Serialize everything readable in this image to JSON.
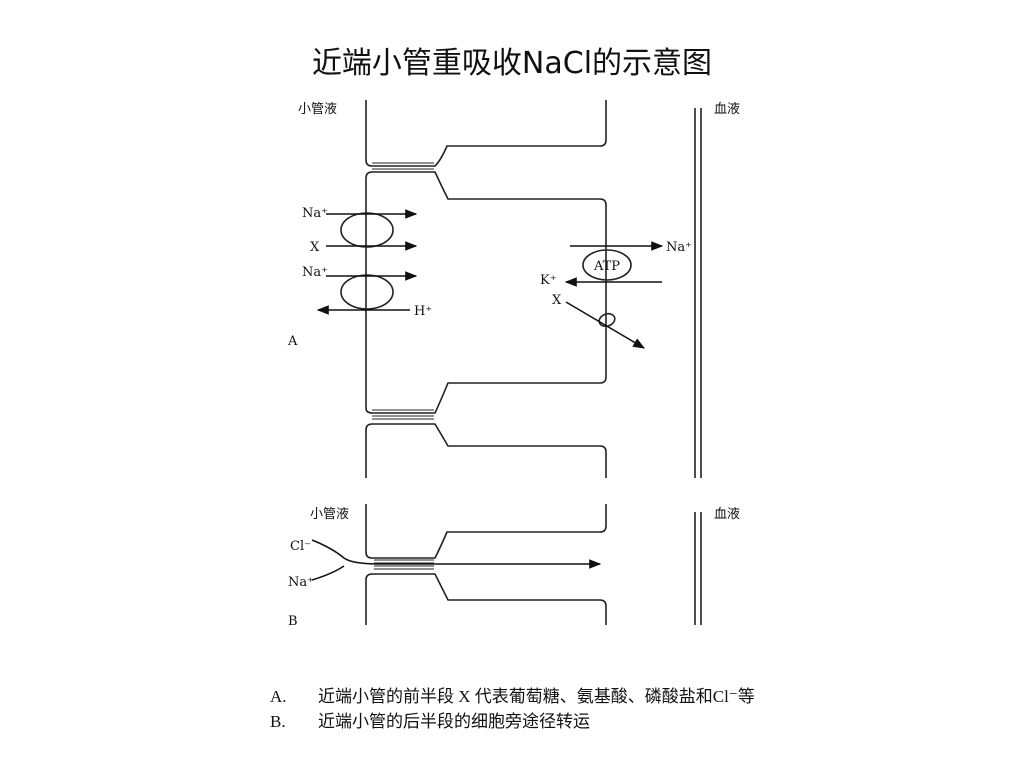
{
  "title": "近端小管重吸收NaCl的示意图",
  "panel_a": {
    "lumen_label": "小管液",
    "blood_label": "血液",
    "panel_letter": "A",
    "apical": {
      "na1": "Na⁺",
      "x": "X",
      "na2": "Na⁺",
      "h": "H⁺"
    },
    "basolateral": {
      "na": "Na⁺",
      "atp": "ATP",
      "k": "K⁺",
      "x": "X"
    }
  },
  "panel_b": {
    "lumen_label": "小管液",
    "blood_label": "血液",
    "panel_letter": "B",
    "cl": "Cl⁻",
    "na": "Na⁺"
  },
  "captions": [
    {
      "key": "A.",
      "text": "近端小管的前半段  X 代表葡萄糖、氨基酸、磷酸盐和Cl⁻等"
    },
    {
      "key": "B.",
      "text": "近端小管的后半段的细胞旁途径转运"
    }
  ]
}
